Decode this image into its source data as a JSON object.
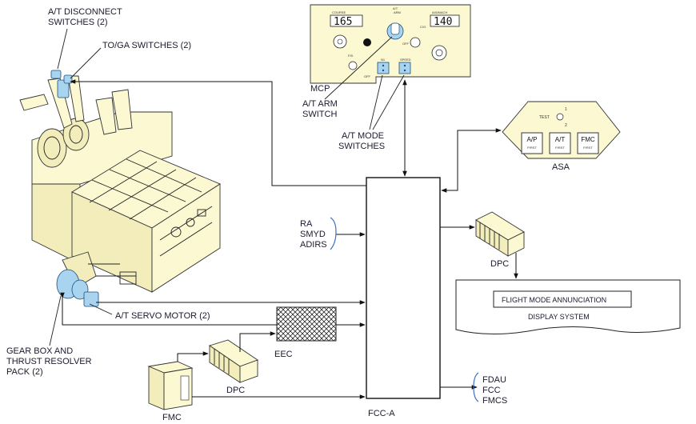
{
  "labels": {
    "at_disconnect": [
      "A/T DISCONNECT",
      "SWITCHES (2)"
    ],
    "toga": "TO/GA SWITCHES (2)",
    "mcp": "MCP",
    "at_arm": [
      "A/T ARM",
      "SWITCH"
    ],
    "at_mode": [
      "A/T MODE",
      "SWITCHES"
    ],
    "asa": "ASA",
    "ra_inputs": [
      "RA",
      "SMYD",
      "ADIRS"
    ],
    "fcc": "FCC-A",
    "dpc_right": "DPC",
    "dpc_bottom": "DPC",
    "flight_mode": "FLIGHT MODE ANNUNCIATION",
    "display_system": "DISPLAY SYSTEM",
    "at_servo": "A/T SERVO MOTOR (2)",
    "eec": "EEC",
    "gearbox": [
      "GEAR BOX AND",
      "THRUST RESOLVER",
      "PACK (2)"
    ],
    "fmc": "FMC",
    "outputs": [
      "FDAU",
      "FCC",
      "FMCS"
    ]
  },
  "mcp_panel": {
    "course_label": "COURSE",
    "course_value": "165",
    "at_label": "A/T",
    "arm_label": "ARM",
    "off_label": "OFF",
    "iasmach_label": "IAS/MACH",
    "speed_value": "140",
    "co_label": "C/O",
    "n1_label": "N1",
    "speed_label": "SPEED",
    "fd_label": "F/D",
    "fd_off": "OFF"
  },
  "asa_panel": {
    "test_label": "TEST",
    "pos1": "1",
    "pos2": "2",
    "buttons": [
      {
        "top": "A/P",
        "bottom": "P/RST"
      },
      {
        "top": "A/T",
        "bottom": "P/RST"
      },
      {
        "top": "FMC",
        "bottom": "P/RST"
      }
    ]
  }
}
